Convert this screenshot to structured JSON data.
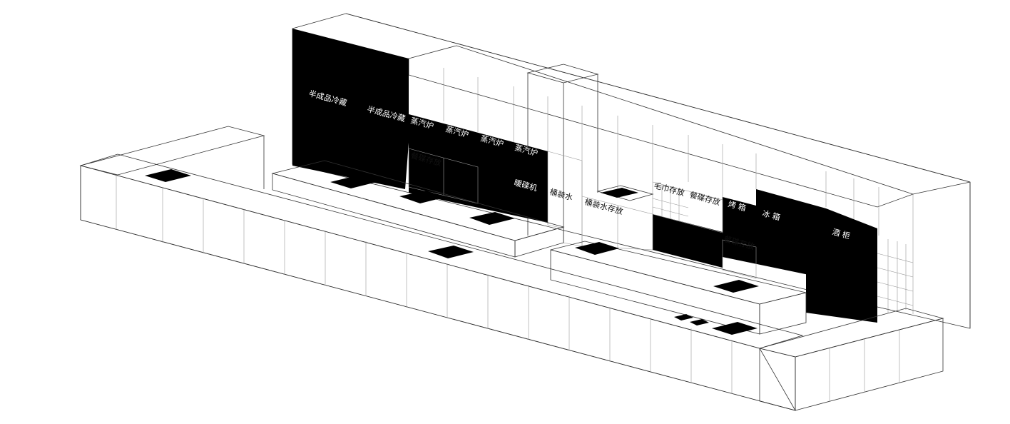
{
  "colors": {
    "black_panel": "#000000",
    "mint_panel": "#c4f5de",
    "counter_top": "#e6e6e6",
    "line": "#333333",
    "background": "#ffffff"
  },
  "labels": {
    "semi_fridge_1": "半成品冷藏",
    "semi_fridge_2": "半成品冷藏",
    "steamer_1": "蒸汽炉",
    "steamer_2": "蒸汽炉",
    "steamer_3": "蒸汽炉",
    "steamer_4": "蒸汽炉",
    "plate_storage_1": "餐碟存放",
    "plate_warmer": "暖碟机",
    "bottled_water": "桶装水",
    "bottled_water_storage": "桶装水存放",
    "towel_storage": "毛巾存放",
    "plate_storage_2": "餐碟存放",
    "oven": "烤 箱",
    "fridge": "冰 箱",
    "plate_storage_3": "餐碟存放",
    "wine_cabinet": "酒 柜"
  }
}
